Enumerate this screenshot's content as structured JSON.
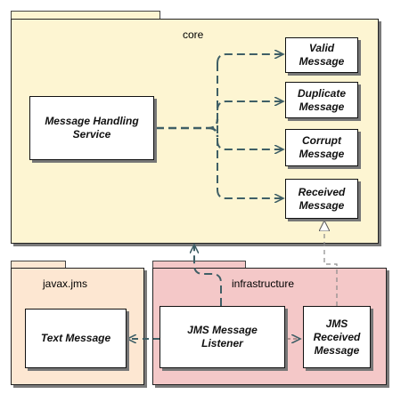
{
  "packages": {
    "core": "core",
    "javax_jms": "javax.jms",
    "infrastructure": "infrastructure"
  },
  "classes": {
    "valid_message": "Valid\nMessage",
    "duplicate_message": "Duplicate\nMessage",
    "corrupt_message": "Corrupt\nMessage",
    "received_message": "Received\nMessage",
    "message_handling_service": "Message Handling\nService",
    "text_message": "Text Message",
    "jms_message_listener": "JMS Message\nListener",
    "jms_received_message": "JMS\nReceived\nMessage"
  },
  "colors": {
    "core_fill": "#fdf5d2",
    "javax_fill": "#fde7d2",
    "infra_fill": "#f4c8c8",
    "connector": "#3f5f66",
    "realization": "#8a8a8a"
  }
}
